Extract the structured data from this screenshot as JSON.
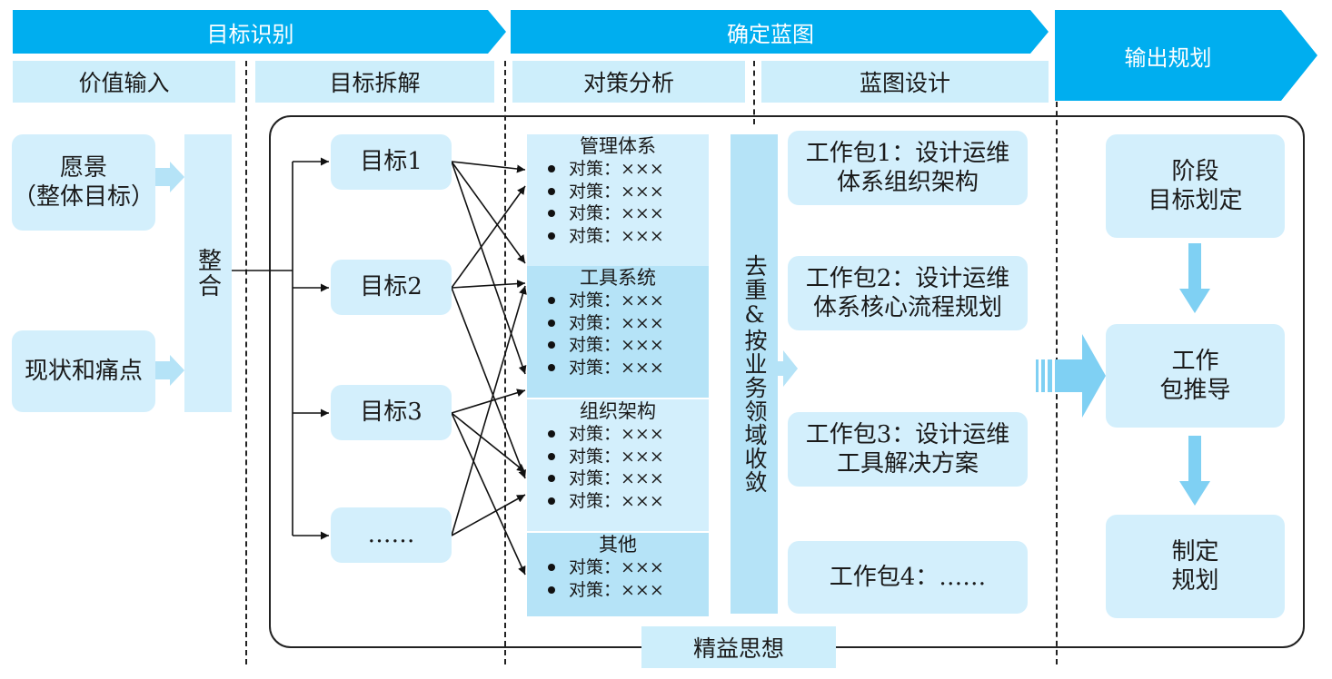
{
  "phases": {
    "identify": "目标识别",
    "blueprint": "确定蓝图",
    "output": "输出规划"
  },
  "subphases": [
    "价值输入",
    "目标拆解",
    "对策分析",
    "蓝图设计"
  ],
  "inputs": {
    "vision_line1": "愿景",
    "vision_line2": "（整体目标）",
    "current": "现状和痛点"
  },
  "integrate": "整合",
  "goals": [
    "目标1",
    "目标2",
    "目标3",
    "……"
  ],
  "strategy_groups": [
    {
      "title": "管理体系",
      "items": [
        "对策：×××",
        "对策：×××",
        "对策：×××",
        "对策：×××"
      ]
    },
    {
      "title": "工具系统",
      "items": [
        "对策：×××",
        "对策：×××",
        "对策：×××",
        "对策：×××"
      ]
    },
    {
      "title": "组织架构",
      "items": [
        "对策：×××",
        "对策：×××",
        "对策：×××",
        "对策：×××"
      ]
    },
    {
      "title": "其他",
      "items": [
        "对策：×××",
        "对策：×××"
      ]
    }
  ],
  "dedupe": "去重&按业务领域收敛",
  "work_packages": [
    {
      "line1": "工作包1：设计运维",
      "line2": "体系组织架构"
    },
    {
      "line1": "工作包2：设计运维",
      "line2": "体系核心流程规划"
    },
    {
      "line1": "工作包3：设计运维",
      "line2": "工具解决方案"
    },
    {
      "line1": "工作包4：……",
      "line2": ""
    }
  ],
  "output_steps": [
    {
      "line1": "阶段",
      "line2": "目标划定"
    },
    {
      "line1": "工作",
      "line2": "包推导"
    },
    {
      "line1": "制定",
      "line2": "规划"
    }
  ],
  "lean": "精益思想",
  "colors": {
    "phase_blue": "#00aeef",
    "light_blue": "#d3effc",
    "mid_blue": "#b5e3f7",
    "arrow_blue": "#7fd0f3"
  }
}
